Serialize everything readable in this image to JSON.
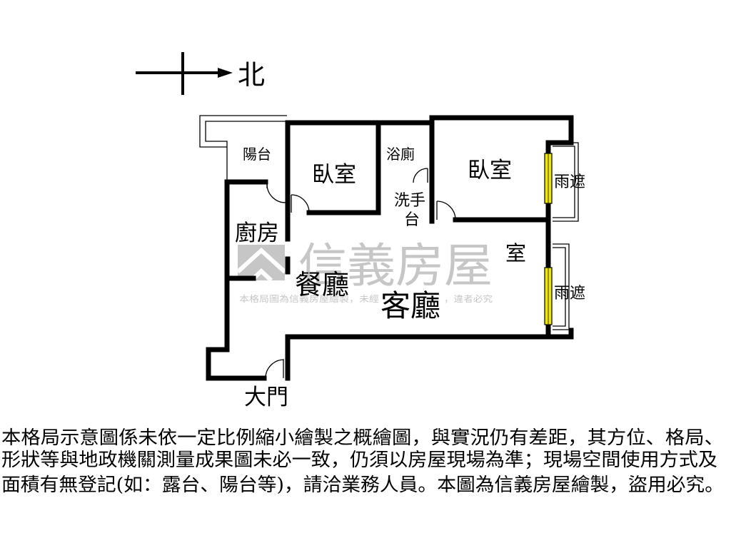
{
  "compass": {
    "north_label": "北"
  },
  "rooms": {
    "balcony": "陽台",
    "bedroom_1": "臥室",
    "bathroom": "浴廁",
    "bedroom_2": "臥室",
    "wash_basin": [
      "洗手",
      "台"
    ],
    "kitchen": "廚房",
    "room_partial": "室",
    "dining_room": "餐廳",
    "living_room": "客廳",
    "awning_1": "雨遮",
    "awning_2": "雨遮",
    "main_door": "大門"
  },
  "watermark": {
    "brand": "信義房屋",
    "notice_start": "本格局圖為信義房屋繪製，未經",
    "notice_end": "，違者必究"
  },
  "disclaimer": {
    "lines": [
      "本格局示意圖係未依一定比例縮小繪製之概繪圖，與實況仍有差距，其方位、格局、",
      "形狀等與地政機關測量成果圖未必一致，仍須以房屋現場為準；現場空間使用方式及",
      "面積有無登記(如：露台、陽台等)，請洽業務人員。本圖為信義房屋繪製，盜用必究。"
    ]
  },
  "colors": {
    "background": "#ffffff",
    "wall": "#000000",
    "window": "#eee600",
    "watermark": "#c6c6c6"
  }
}
